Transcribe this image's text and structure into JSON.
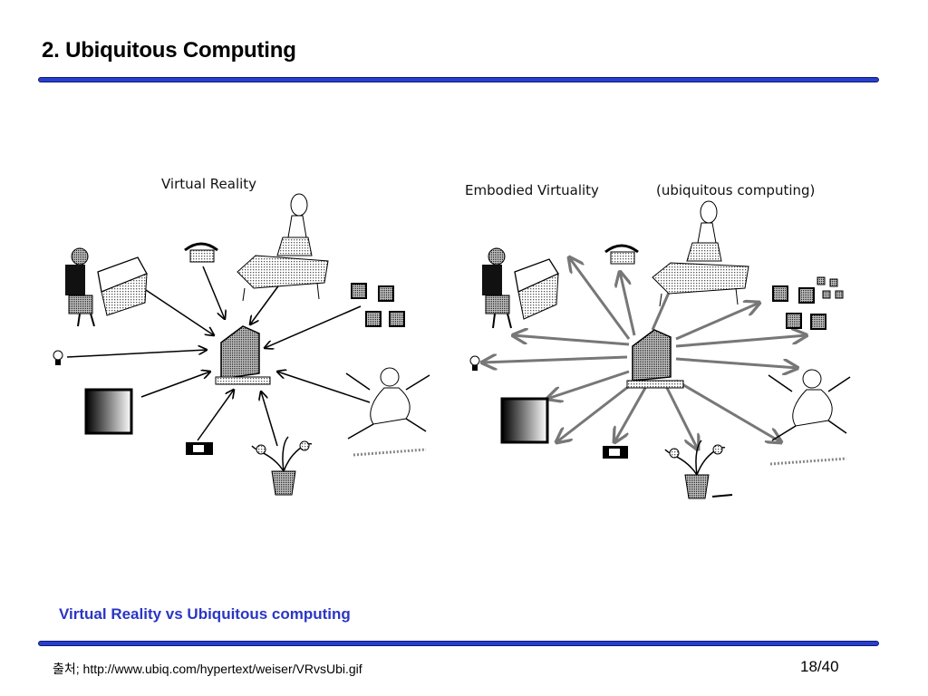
{
  "slide": {
    "title": "2. Ubiquitous Computing",
    "caption": "Virtual Reality vs Ubiquitous computing",
    "source": "출처; http://www.ubiq.com/hypertext/weiser/VRvsUbi.gif",
    "page": "18/40"
  },
  "diagram": {
    "left_title": "Virtual Reality",
    "right_title_a": "Embodied Virtuality",
    "right_title_b": "(ubiquitous computing)"
  }
}
